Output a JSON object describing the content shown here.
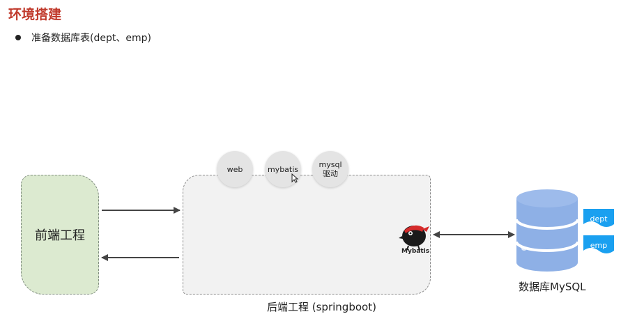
{
  "slide": {
    "title": "环境搭建",
    "bullet": "准备数据库表(dept、emp)"
  },
  "diagram": {
    "frontend_label": "前端工程",
    "backend_label": "后端工程 (springboot)",
    "dependencies": {
      "web": "web",
      "mybatis": "mybatis",
      "mysql_line1": "mysql",
      "mysql_line2": "驱动"
    },
    "mybatis_logo_text": "Mybatis",
    "database_label": "数据库MySQL",
    "tables": [
      "dept",
      "emp"
    ]
  },
  "colors": {
    "title": "#c0392b",
    "frontend_fill": "#dcead0",
    "backend_fill": "#f2f2f2",
    "db_blue": "#8eb0e6",
    "tag_blue": "#1aa0f0",
    "arrow": "#444444"
  },
  "icons": [
    "bullet-dot",
    "mybatis-bird-icon",
    "database-cylinder-icon",
    "mouse-cursor-icon"
  ]
}
